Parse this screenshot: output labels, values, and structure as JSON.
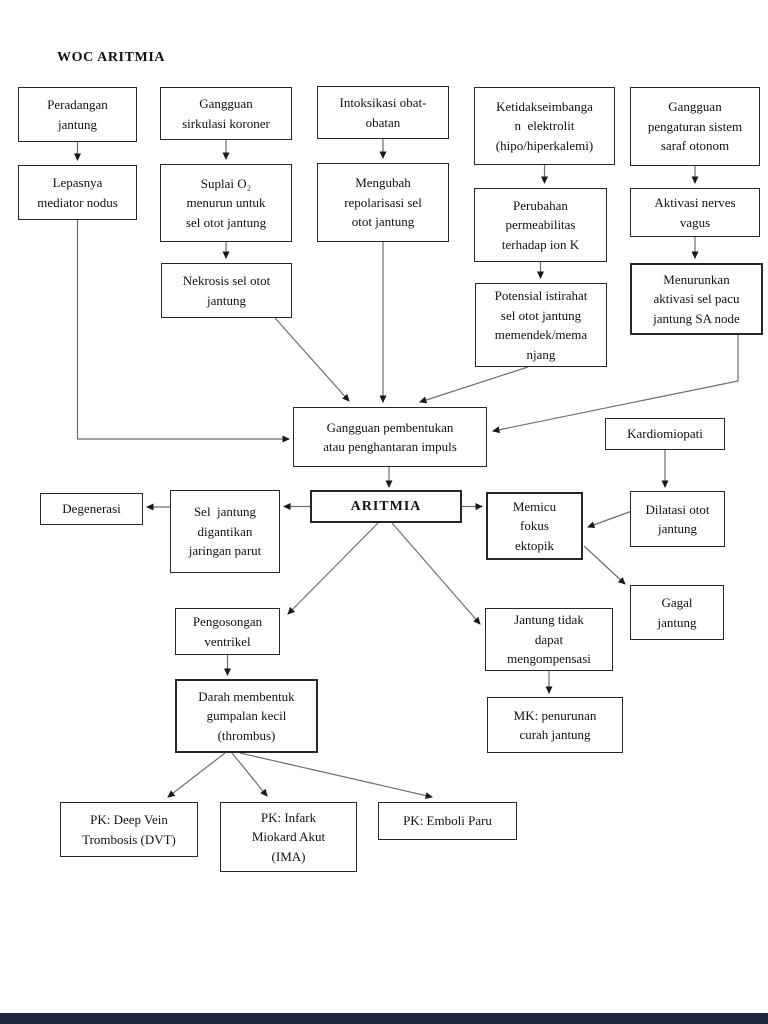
{
  "page": {
    "title": "WOC ARITMIA",
    "footer_bar_color": "#1b2940",
    "box_border_color": "#262626",
    "arrow_color": "#6e6e6e",
    "arrowhead_color": "#1a1a1a"
  },
  "nodes": {
    "peradangan_jantung": {
      "label": "Peradangan\njantung"
    },
    "gangguan_sirkulasi_koroner": {
      "label": "Gangguan\nsirkulasi koroner"
    },
    "intoksikasi_obat": {
      "label": "Intoksikasi obat-\nobatan"
    },
    "ketidakseimbangan_elektrolit": {
      "label": "Ketidakseimbanga\nn  elektrolit\n(hipo/hiperkalemi)"
    },
    "gangguan_saraf_otonom": {
      "label": "Gangguan\npengaturan sistem\nsaraf otonom"
    },
    "lepasnya_mediator_nodus": {
      "label": "Lepasnya\nmediator nodus"
    },
    "suplai_o2": {
      "label": "Suplai O₂\nmenurun untuk\nsel otot jantung"
    },
    "mengubah_repolarisasi": {
      "label": "Mengubah\nrepolarisasi sel\notot jantung"
    },
    "perubahan_permeabilitas": {
      "label": "Perubahan\npermeabilitas\nterhadap ion K"
    },
    "aktivasi_nerves_vagus": {
      "label": "Aktivasi nerves\nvagus"
    },
    "nekrosis": {
      "label": "Nekrosis sel otot\njantung"
    },
    "potensial_istirahat": {
      "label": "Potensial istirahat\nsel otot jantung\nmemendek/mema\nnjang"
    },
    "menurunkan_aktivasi": {
      "label": "Menurunkan\naktivasi sel pacu\njantung SA node"
    },
    "gangguan_impuls": {
      "label": "Gangguan pembentukan\natau penghantaran impuls"
    },
    "kardiomiopati": {
      "label": "Kardiomiopati"
    },
    "degenerasi": {
      "label": "Degenerasi"
    },
    "sel_jantung_parut": {
      "label": "Sel  jantung\ndigantikan\njaringan parut"
    },
    "aritmia": {
      "label": "ARITMIA"
    },
    "memicu_fokus_ektopik": {
      "label": "Memicu\nfokus\nektopik"
    },
    "dilatasi_otot": {
      "label": "Dilatasi otot\njantung"
    },
    "gagal_jantung": {
      "label": "Gagal\njantung"
    },
    "pengosongan_ventrikel": {
      "label": "Pengosongan\nventrikel"
    },
    "jantung_tidak_kompensasi": {
      "label": "Jantung tidak\ndapat\nmengompensasi"
    },
    "darah_thrombus": {
      "label": "Darah membentuk\ngumpalan kecil\n(thrombus)"
    },
    "mk_curah_jantung": {
      "label": "MK: penurunan\ncurah jantung"
    },
    "pk_dvt": {
      "label": "PK: Deep Vein\nTrombosis (DVT)"
    },
    "pk_ima": {
      "label": "PK: Infark\nMiokard Akut\n(IMA)"
    },
    "pk_emboli": {
      "label": "PK: Emboli Paru"
    }
  },
  "edges": [
    "peradangan_jantung -> lepasnya_mediator_nodus",
    "gangguan_sirkulasi_koroner -> suplai_o2",
    "intoksikasi_obat -> mengubah_repolarisasi",
    "ketidakseimbangan_elektrolit -> perubahan_permeabilitas",
    "gangguan_saraf_otonom -> aktivasi_nerves_vagus",
    "suplai_o2 -> nekrosis",
    "perubahan_permeabilitas -> potensial_istirahat",
    "aktivasi_nerves_vagus -> menurunkan_aktivasi",
    "lepasnya_mediator_nodus -> gangguan_impuls",
    "nekrosis -> gangguan_impuls",
    "mengubah_repolarisasi -> gangguan_impuls",
    "potensial_istirahat -> gangguan_impuls",
    "menurunkan_aktivasi -> gangguan_impuls",
    "gangguan_impuls -> aritmia",
    "kardiomiopati -> dilatasi_otot",
    "aritmia -> sel_jantung_parut",
    "sel_jantung_parut -> degenerasi",
    "aritmia -> memicu_fokus_ektopik",
    "dilatasi_otot -> memicu_fokus_ektopik",
    "memicu_fokus_ektopik -> gagal_jantung",
    "aritmia -> pengosongan_ventrikel",
    "aritmia -> jantung_tidak_kompensasi",
    "pengosongan_ventrikel -> darah_thrombus",
    "jantung_tidak_kompensasi -> mk_curah_jantung",
    "darah_thrombus -> pk_dvt",
    "darah_thrombus -> pk_ima",
    "darah_thrombus -> pk_emboli"
  ]
}
